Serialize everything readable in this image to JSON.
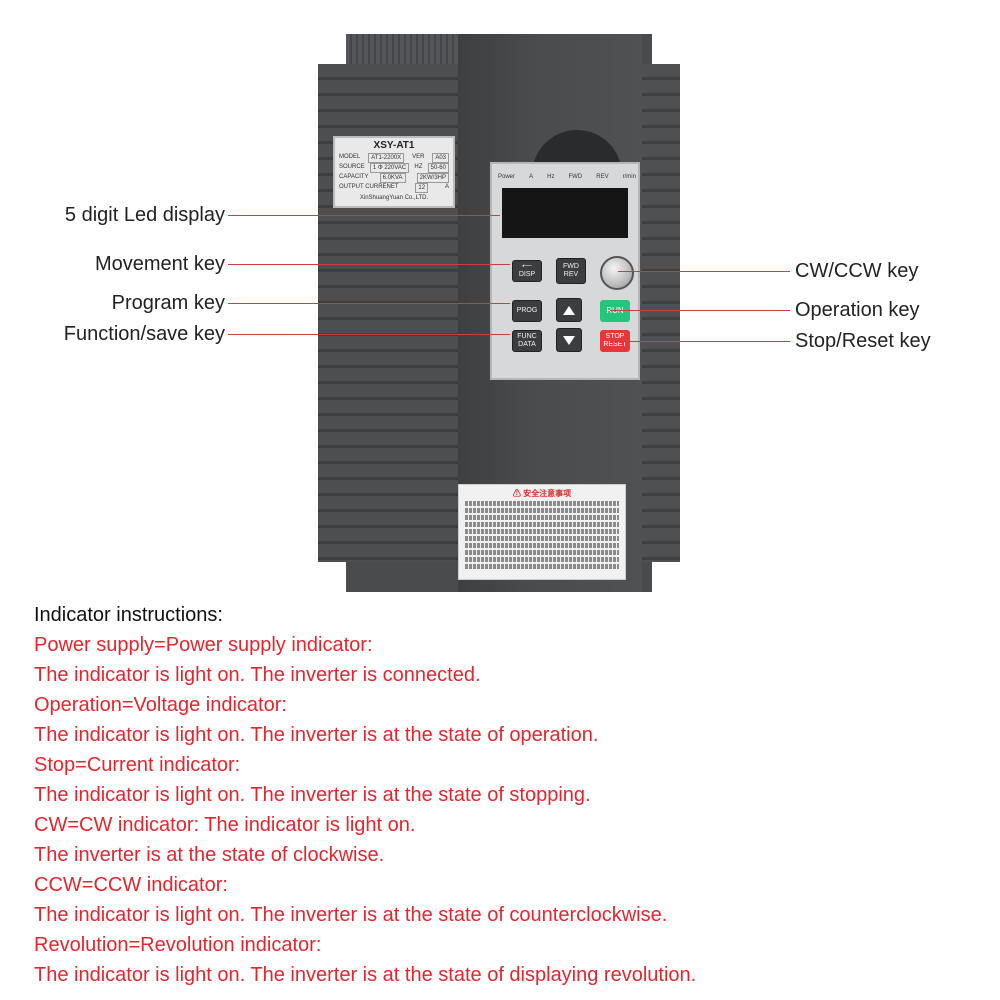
{
  "device": {
    "nameplate": {
      "title": "XSY-AT1",
      "rows": [
        {
          "label": "MODEL",
          "value": "AT1-2200X",
          "label2": "VER",
          "value2": "A03"
        },
        {
          "label": "SOURCE",
          "value": "1 Φ 220VAC",
          "label2": "HZ",
          "value2": "50-60"
        },
        {
          "label": "CAPACITY",
          "value": "6.0KVA",
          "label2": "",
          "value2": "2KW/3HP"
        },
        {
          "label": "OUTPUT CURRENET",
          "value": "12",
          "label2": "A",
          "value2": ""
        }
      ],
      "manufacturer": "XinShuangYuan Co.,LTD."
    },
    "indicators": [
      "Power",
      "A",
      "Hz",
      "FWD",
      "REV",
      "r/min"
    ],
    "keys": {
      "disp": "DISP",
      "fwd": "FWD",
      "rev": "REV",
      "prog": "PROG",
      "run": "RUN",
      "func": "FUNC",
      "data": "DATA",
      "stop": "STOP",
      "reset": "RESET"
    },
    "warning_title": "安全注意事项"
  },
  "callouts": {
    "led_display": "5 digit Led display",
    "movement_key": "Movement key",
    "program_key": "Program key",
    "function_save_key": "Function/save key",
    "cw_ccw_key": "CW/CCW key",
    "operation_key": "Operation key",
    "stop_reset_key": "Stop/Reset key"
  },
  "instructions": {
    "heading": "Indicator instructions:",
    "lines": [
      "Power supply=Power supply indicator:",
      "The indicator is light on. The inverter is connected.",
      "Operation=Voltage indicator:",
      "The indicator is light on. The inverter is at the state of operation.",
      "Stop=Current indicator:",
      "The indicator is light on. The inverter is at the state of stopping.",
      "CW=CW indicator: The indicator is light on.",
      "The inverter is at the state of clockwise.",
      "CCW=CCW indicator:",
      "The indicator is light on. The inverter is at the state of counterclockwise.",
      "Revolution=Revolution indicator:",
      "The indicator is light on. The inverter is at the state of displaying revolution."
    ]
  },
  "colors": {
    "accent_red": "#e3262e",
    "run_green": "#27c47d",
    "stop_red": "#e8353a",
    "device_gray": "#4a4b4d"
  }
}
